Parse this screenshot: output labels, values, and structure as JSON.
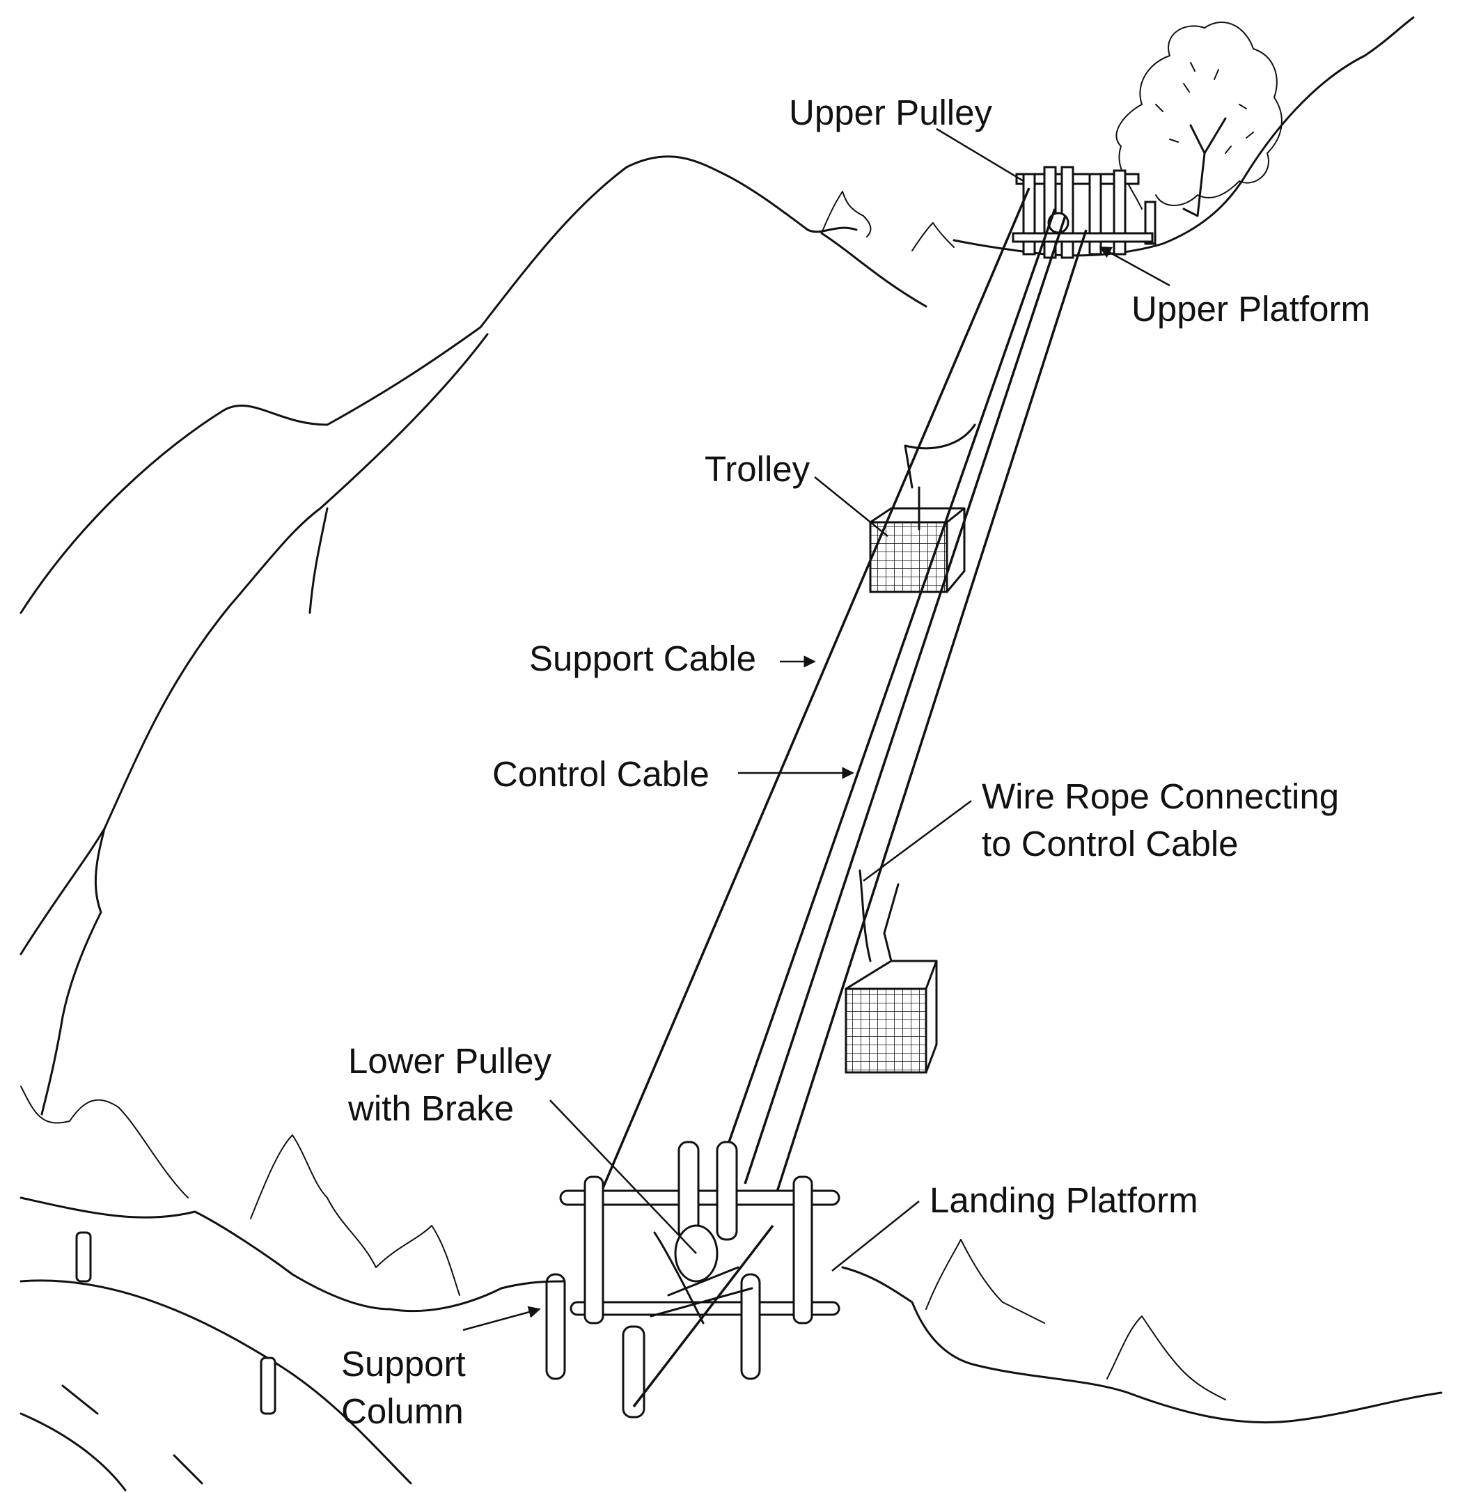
{
  "colors": {
    "ink": "#111111",
    "background": "#ffffff"
  },
  "labels": {
    "upper_pulley": "Upper Pulley",
    "upper_platform": "Upper Platform",
    "trolley": "Trolley",
    "support_cable": "Support Cable",
    "control_cable": "Control Cable",
    "wire_rope": [
      "Wire Rope Connecting",
      "to Control Cable"
    ],
    "lower_pulley": [
      "Lower Pulley",
      "with Brake"
    ],
    "landing_platform": "Landing Platform",
    "support_column": [
      "Support",
      "Column"
    ]
  }
}
